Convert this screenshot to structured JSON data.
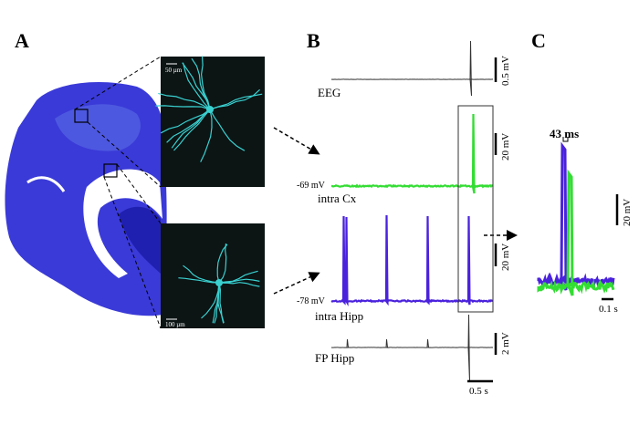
{
  "panels": {
    "a": "A",
    "b": "B",
    "c": "C"
  },
  "micrographs": {
    "top_scale": "50 µm",
    "bottom_scale": "100 µm"
  },
  "traces": {
    "eeg": {
      "label": "EEG",
      "scale": "0.5 mV",
      "color": "#333333"
    },
    "intra_cx": {
      "label": "intra Cx",
      "potential": "-69 mV",
      "scale": "20 mV",
      "color": "#33dd33"
    },
    "intra_hipp": {
      "label": "intra Hipp",
      "potential": "-78 mV",
      "scale": "20 mV",
      "color": "#4a22dd"
    },
    "fp_hipp": {
      "label": "FP Hipp",
      "scale": "2 mV",
      "color": "#333333"
    },
    "time_scale": "0.5 s"
  },
  "panel_c": {
    "delay": "43 ms",
    "v_scale": "20 mV",
    "t_scale": "0.1 s"
  },
  "colors": {
    "slice": "#3a3ad8",
    "cell": "#3ad0d0",
    "micro_bg": "#0c1414"
  }
}
